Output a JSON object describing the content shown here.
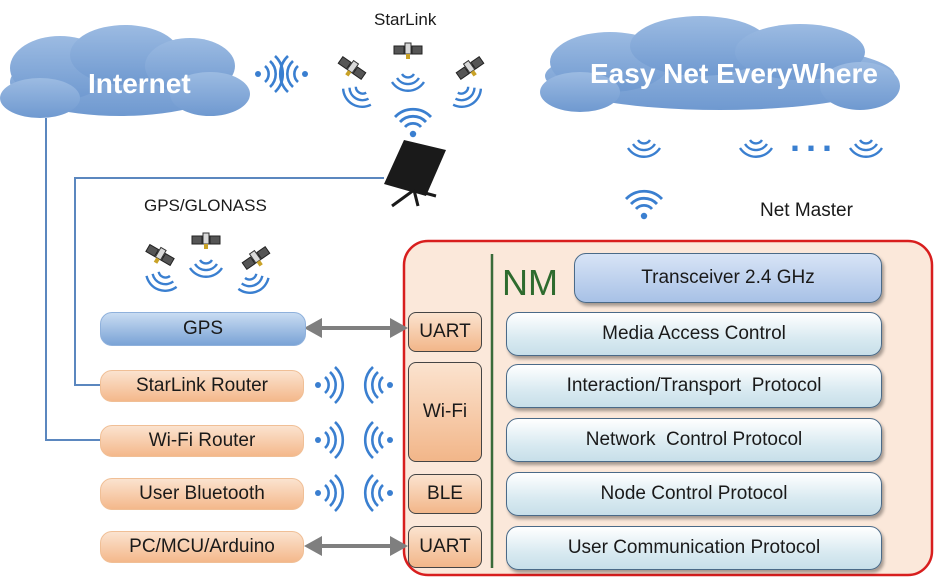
{
  "clouds": {
    "internet": "Internet",
    "easy_net": "Easy Net EveryWhere"
  },
  "labels": {
    "starlink": "StarLink",
    "gps_glonass": "GPS/GLONASS",
    "net_master": "Net Master",
    "nm": "NM",
    "ellipsis": "..."
  },
  "devices": {
    "gps": "GPS",
    "starlink_router": "StarLink Router",
    "wifi_router": "Wi-Fi Router",
    "user_bluetooth": "User Bluetooth",
    "pc_mcu": "PC/MCU/Arduino"
  },
  "interfaces": {
    "uart_top": "UART",
    "wifi": "Wi-Fi",
    "ble": "BLE",
    "uart_bottom": "UART"
  },
  "protocols": {
    "transceiver": "Transceiver 2.4 GHz",
    "mac": "Media Access Control",
    "itp": "Interaction/Transport  Protocol",
    "ncp": "Network  Control Protocol",
    "nodecp": "Node Control Protocol",
    "ucp": "User Communication Protocol"
  },
  "colors": {
    "cloud_fill": "#7ba4d8",
    "cloud_text": "#ffffff",
    "line": "#5b87bf",
    "nm_border": "#d81e1e",
    "nm_fill": "#fbe8da",
    "nm_text": "#2e6b2e"
  }
}
